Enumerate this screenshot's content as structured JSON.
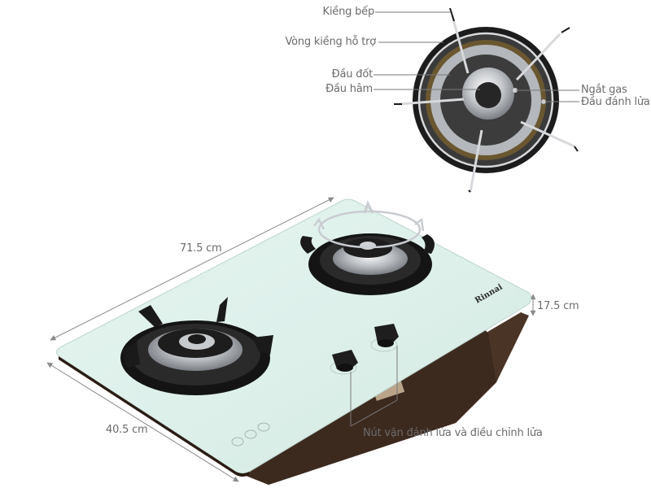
{
  "product": {
    "brand_logo": "Rinnai",
    "type": "two-burner glass gas hob"
  },
  "callouts": {
    "kieng_bep": "Kiềng bếp",
    "vong_kieng_ho_tro": "Vòng kiềng hỗ trợ",
    "dau_dot": "Đầu đốt",
    "dau_ham": "Đầu hâm",
    "ngat_gas": "Ngắt gas",
    "dau_danh_lua": "Đầu đánh lửa",
    "nut_van": "Nút vặn đánh lửa và điều chỉnh lửa"
  },
  "dimensions": {
    "length": "71.5 cm",
    "width": "40.5 cm",
    "height": "17.5 cm"
  },
  "colors": {
    "glass": "#dff1ec",
    "glass_edge": "#c5ddd6",
    "body": "#4a3426",
    "burner_black": "#1c1c1c",
    "chrome": "#c9ccd0",
    "label_text": "#6b6b6b",
    "leader_line": "#7a7a7a"
  }
}
